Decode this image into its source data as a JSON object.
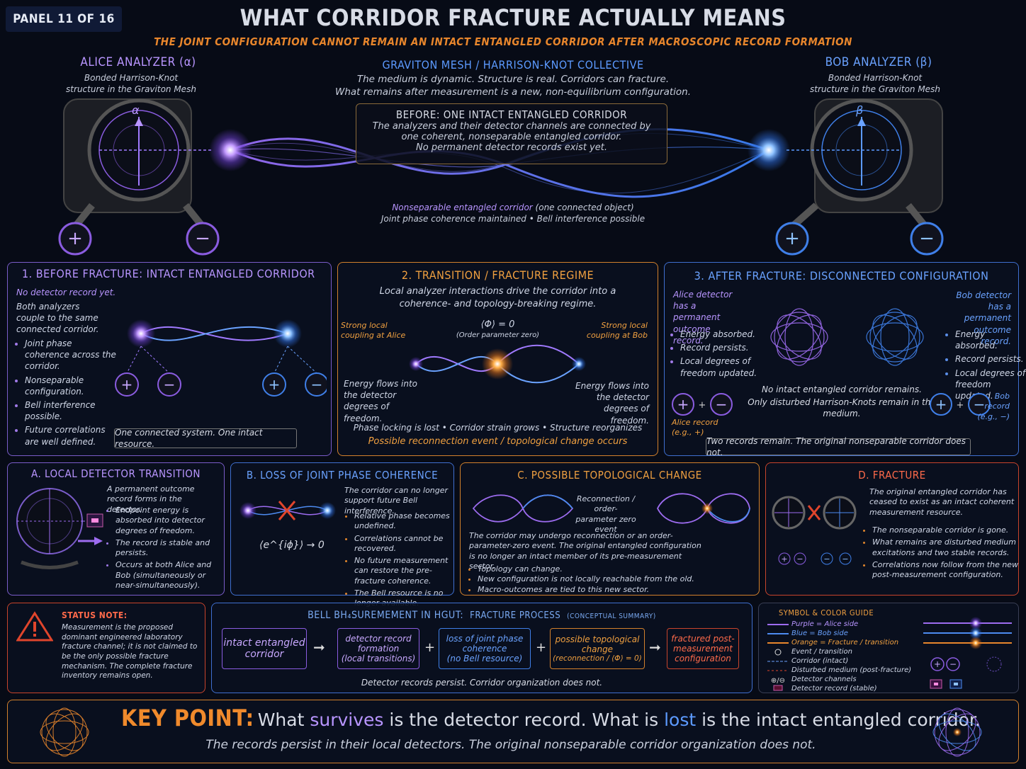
{
  "panel_tag": "PANEL 11 OF 16",
  "title": "WHAT CORRIDOR FRACTURE ACTUALLY MEANS",
  "subtitle": "THE JOINT CONFIGURATION CANNOT REMAIN AN INTACT ENTANGLED CORRIDOR AFTER MACROSCOPIC RECORD FORMATION",
  "alice": {
    "title": "ALICE ANALYZER (α)",
    "desc": "Bonded Harrison-Knot structure in the Graviton Mesh",
    "symbol": "α"
  },
  "bob": {
    "title": "BOB ANALYZER (β)",
    "desc": "Bonded Harrison-Knot structure in the Graviton Mesh",
    "symbol": "β"
  },
  "mesh": {
    "title": "GRAVITON MESH / HARRISON-KNOT COLLECTIVE",
    "line1": "The medium is dynamic. Structure is real. Corridors can fracture.",
    "line2": "What remains after measurement is a new, non-equilibrium configuration."
  },
  "before_box": {
    "title": "BEFORE: ONE INTACT ENTANGLED CORRIDOR",
    "line1": "The analyzers and their detector channels are connected by",
    "line2": "one coherent, nonseparable entangled corridor.",
    "line3": "No permanent detector records exist yet."
  },
  "corridor_caption": {
    "a": "Nonseparable entangled corridor",
    "b": " (one connected object)",
    "line2": "Joint phase coherence maintained • Bell interference possible"
  },
  "p1": {
    "title": "1. BEFORE FRACTURE: INTACT ENTANGLED CORRIDOR",
    "lead": "No detector record yet.",
    "intro": "Both analyzers couple to the same connected corridor.",
    "bullets": [
      "Joint phase coherence across the corridor.",
      "Nonseparable configuration.",
      "Bell interference possible.",
      "Future correlations are well defined."
    ],
    "footer": "One connected system. One intact resource."
  },
  "p2": {
    "title": "2. TRANSITION / FRACTURE REGIME",
    "intro1": "Local analyzer interactions drive the corridor into a",
    "intro2": "coherence- and topology-breaking regime.",
    "left_label": "Strong local coupling at Alice",
    "right_label": "Strong local coupling at Bob",
    "center_eq": "⟨Φ⟩ = 0",
    "center_note": "(Order parameter zero)",
    "left_energy": "Energy flows into the detector degrees of freedom.",
    "right_energy": "Energy flows into the detector degrees of freedom.",
    "line1": "Phase locking is lost • Corridor strain grows • Structure reorganizes",
    "line2": "Possible reconnection event / topological change occurs"
  },
  "p3": {
    "title": "3. AFTER FRACTURE: DISCONNECTED CONFIGURATION",
    "alice_lead": "Alice detector has a permanent outcome record.",
    "bob_lead": "Bob detector has a permanent outcome record.",
    "bullets_left": [
      "Energy absorbed.",
      "Record persists.",
      "Local degrees of freedom updated."
    ],
    "bullets_right": [
      "Energy absorbed.",
      "Record persists.",
      "Local degrees of freedom updated."
    ],
    "mid1": "No intact entangled corridor remains.",
    "mid2": "Only disturbed Harrison-Knots remain in the medium.",
    "alice_rec": "Alice record (e.g., +)",
    "bob_rec": "Bob record (e.g., −)",
    "footer": "Two records remain. The original nonseparable corridor does not."
  },
  "pa": {
    "title": "A. LOCAL DETECTOR TRANSITION",
    "intro": "A permanent outcome record forms in the detector.",
    "bullets": [
      "Endpoint energy is absorbed into detector degrees of freedom.",
      "The record is stable and persists.",
      "Occurs at both Alice and Bob (simultaneously or near-simultaneously)."
    ]
  },
  "pb": {
    "title": "B. LOSS OF JOINT PHASE COHERENCE",
    "intro": "The corridor can no longer support future Bell interference.",
    "eq": "⟨e^{iϕ}⟩ → 0",
    "bullets": [
      "Relative phase becomes undefined.",
      "Correlations cannot be recovered.",
      "No future measurement can restore the pre-fracture coherence.",
      "The Bell resource is no longer available."
    ]
  },
  "pc": {
    "title": "C. POSSIBLE TOPOLOGICAL CHANGE",
    "label": "Reconnection / order-parameter zero event",
    "text": "The corridor may undergo reconnection or an order-parameter-zero event. The original entangled configuration is no longer an intact member of its pre-measurement sector.",
    "bullets": [
      "Topology can change.",
      "New configuration is not locally reachable from the old.",
      "Macro-outcomes are tied to this new sector."
    ]
  },
  "pd": {
    "title": "D. FRACTURE",
    "intro": "The original entangled corridor has ceased to exist as an intact coherent measurement resource.",
    "bullets": [
      "The nonseparable corridor is gone.",
      "What remains are disturbed medium excitations and two stable records.",
      "Correlations now follow from the new post-measurement configuration."
    ]
  },
  "status": {
    "title": "STATUS NOTE:",
    "text": "Measurement is the proposed dominant engineered laboratory fracture channel; it is not claimed to be the only possible fracture mechanism. The complete fracture inventory remains open."
  },
  "process": {
    "title_a": "BELL BH₄SUREMEMENT IN HGUT:",
    "title_b": "FRACTURE PROCESS",
    "title_c": "(CONCEPTUAL SUMMARY)",
    "box1": "intact entangled corridor",
    "box2a": "detector record formation",
    "box2b": "(local transitions)",
    "box3a": "loss of joint phase coherence",
    "box3b": "(no Bell resource)",
    "box4a": "possible topological change",
    "box4b": "(reconnection / ⟨Φ⟩ = 0)",
    "box5": "fractured post-measurement configuration",
    "footer": "Detector records persist. Corridor organization does not."
  },
  "legend": {
    "title": "SYMBOL & COLOR GUIDE",
    "items": [
      "Purple = Alice side",
      "Blue = Bob side",
      "Orange = Fracture / transition",
      "Event / transition",
      "Corridor (intact)",
      "Disturbed medium (post-fracture)",
      "Detector channels",
      "Detector record (stable)"
    ]
  },
  "key": {
    "label": "KEY POINT:",
    "t1": "What ",
    "w1": "survives",
    "t2": " is the detector record. What is ",
    "w2": "lost",
    "t3": " is the intact entangled corridor.",
    "sub": "The records persist in their local detectors. The original nonseparable corridor organization does not."
  },
  "colors": {
    "purple": "#9d6cf0",
    "blue": "#4d8bf0",
    "orange": "#e8862c",
    "red": "#e0452c"
  }
}
